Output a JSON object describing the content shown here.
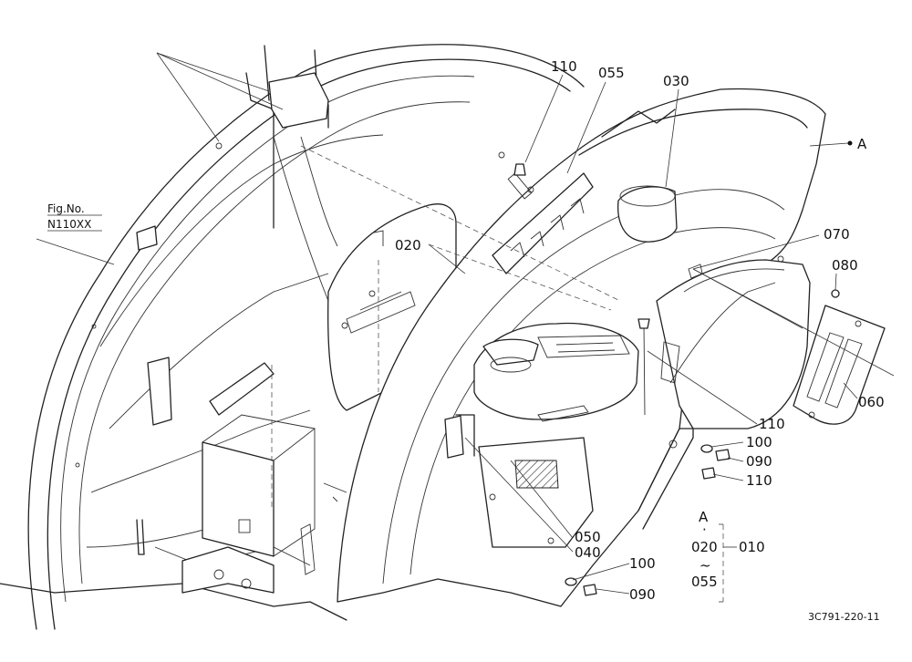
{
  "fig_ref": {
    "line1": "Fig.No.",
    "line2": "N110XX"
  },
  "view_marker": "A",
  "callouts": {
    "p110_top": "110",
    "p055": "055",
    "p030": "030",
    "p020": "020",
    "p070": "070",
    "p080": "080",
    "p060": "060",
    "p110_mid": "110",
    "p100_mid": "100",
    "p090_mid": "090",
    "p110_low": "110",
    "p050": "050",
    "p040": "040",
    "p100_bot": "100",
    "p090_bot": "090"
  },
  "group": {
    "view": "A",
    "dot": "·",
    "start": "020",
    "tilde": "~",
    "end": "055",
    "assembly": "010"
  },
  "drawing_code": "3C791-220-11"
}
